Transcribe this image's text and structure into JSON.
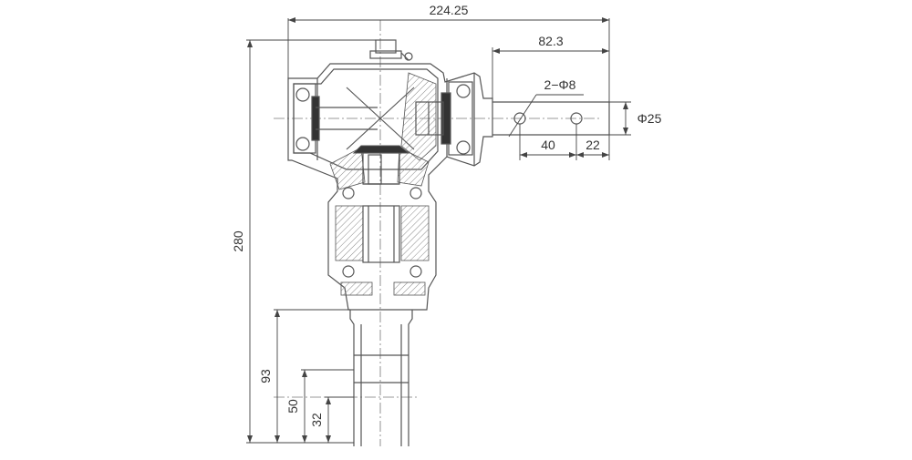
{
  "colors": {
    "line": "#555555",
    "hatch": "#888888",
    "centerline": "#777777",
    "text": "#333333"
  },
  "dimensions": {
    "overall_width": "224.25",
    "output_offset": "82.3",
    "holes": "2−Φ8",
    "shaft_diameter": "Φ25",
    "hole_spacing": "40",
    "hole_edge": "22",
    "overall_height": "280",
    "shaft_93": "93",
    "shaft_50": "50",
    "shaft_32": "32"
  }
}
